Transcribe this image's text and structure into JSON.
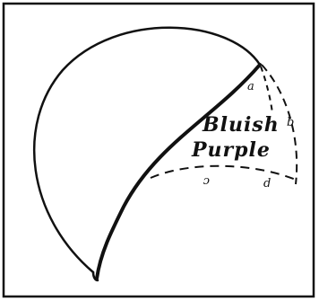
{
  "diagram": {
    "labels": {
      "color_line1": "Bluish",
      "color_line2": "Purple",
      "a": "a",
      "b": "b",
      "c": "c",
      "d": "d"
    }
  }
}
